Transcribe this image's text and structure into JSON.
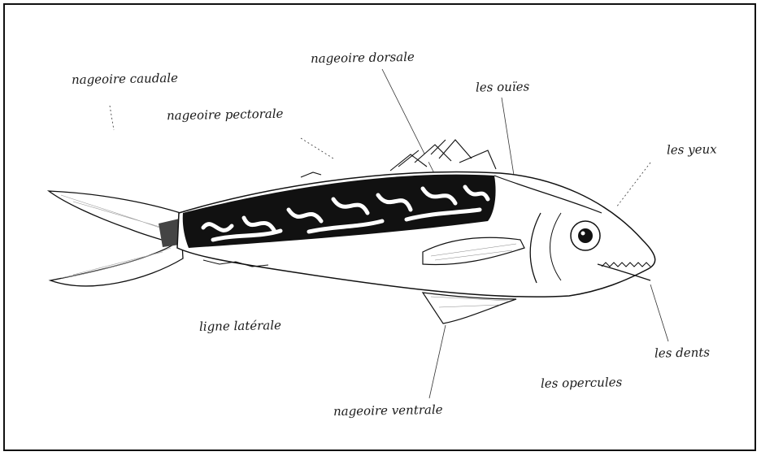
{
  "labels": {
    "caudale": "nageoire caudale",
    "pectorale": "nageoire pectorale",
    "dorsale": "nageoire dorsale",
    "ouies": "les ouïes",
    "yeux": "les yeux",
    "laterale": "ligne latérale",
    "dents": "les dents",
    "opercules": "les opercules",
    "ventrale": "nageoire ventrale"
  }
}
